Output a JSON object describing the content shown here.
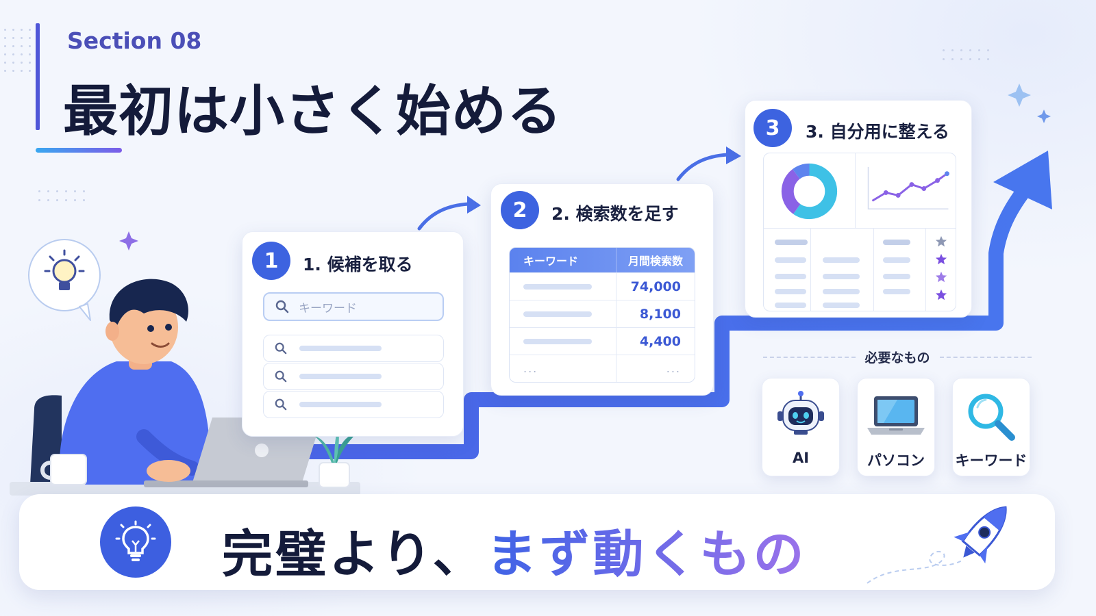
{
  "header": {
    "section_label": "Section 08",
    "title": "最初は小さく始める"
  },
  "steps": [
    {
      "number": "1",
      "title": "1. 候補を取る",
      "search_placeholder": "キーワード"
    },
    {
      "number": "2",
      "title": "2. 検索数を足す",
      "table": {
        "headers": [
          "キーワード",
          "月間検索数"
        ],
        "rows": [
          {
            "volume": "74,000"
          },
          {
            "volume": "8,100"
          },
          {
            "volume": "4,400"
          }
        ],
        "ellipsis": "..."
      }
    },
    {
      "number": "3",
      "title": "3. 自分用に整える",
      "rating_icons": [
        "star-icon",
        "star-icon",
        "star-icon",
        "star-icon"
      ]
    }
  ],
  "needs": {
    "title": "必要なもの",
    "items": [
      {
        "label": "AI",
        "icon": "robot-icon"
      },
      {
        "label": "パソコン",
        "icon": "laptop-icon"
      },
      {
        "label": "キーワード",
        "icon": "magnifier-icon"
      }
    ]
  },
  "banner": {
    "text_part1": "完璧より、",
    "text_part2": "まず動くもの",
    "icon": "lightbulb-icon"
  },
  "colors": {
    "primary": "#3d63e0",
    "accent_purple": "#7c5ce8",
    "accent_cyan": "#39a7f0",
    "title_dark": "#141b3a",
    "star_purple": "#7a4fe0",
    "star_gray": "#8e98b4"
  }
}
